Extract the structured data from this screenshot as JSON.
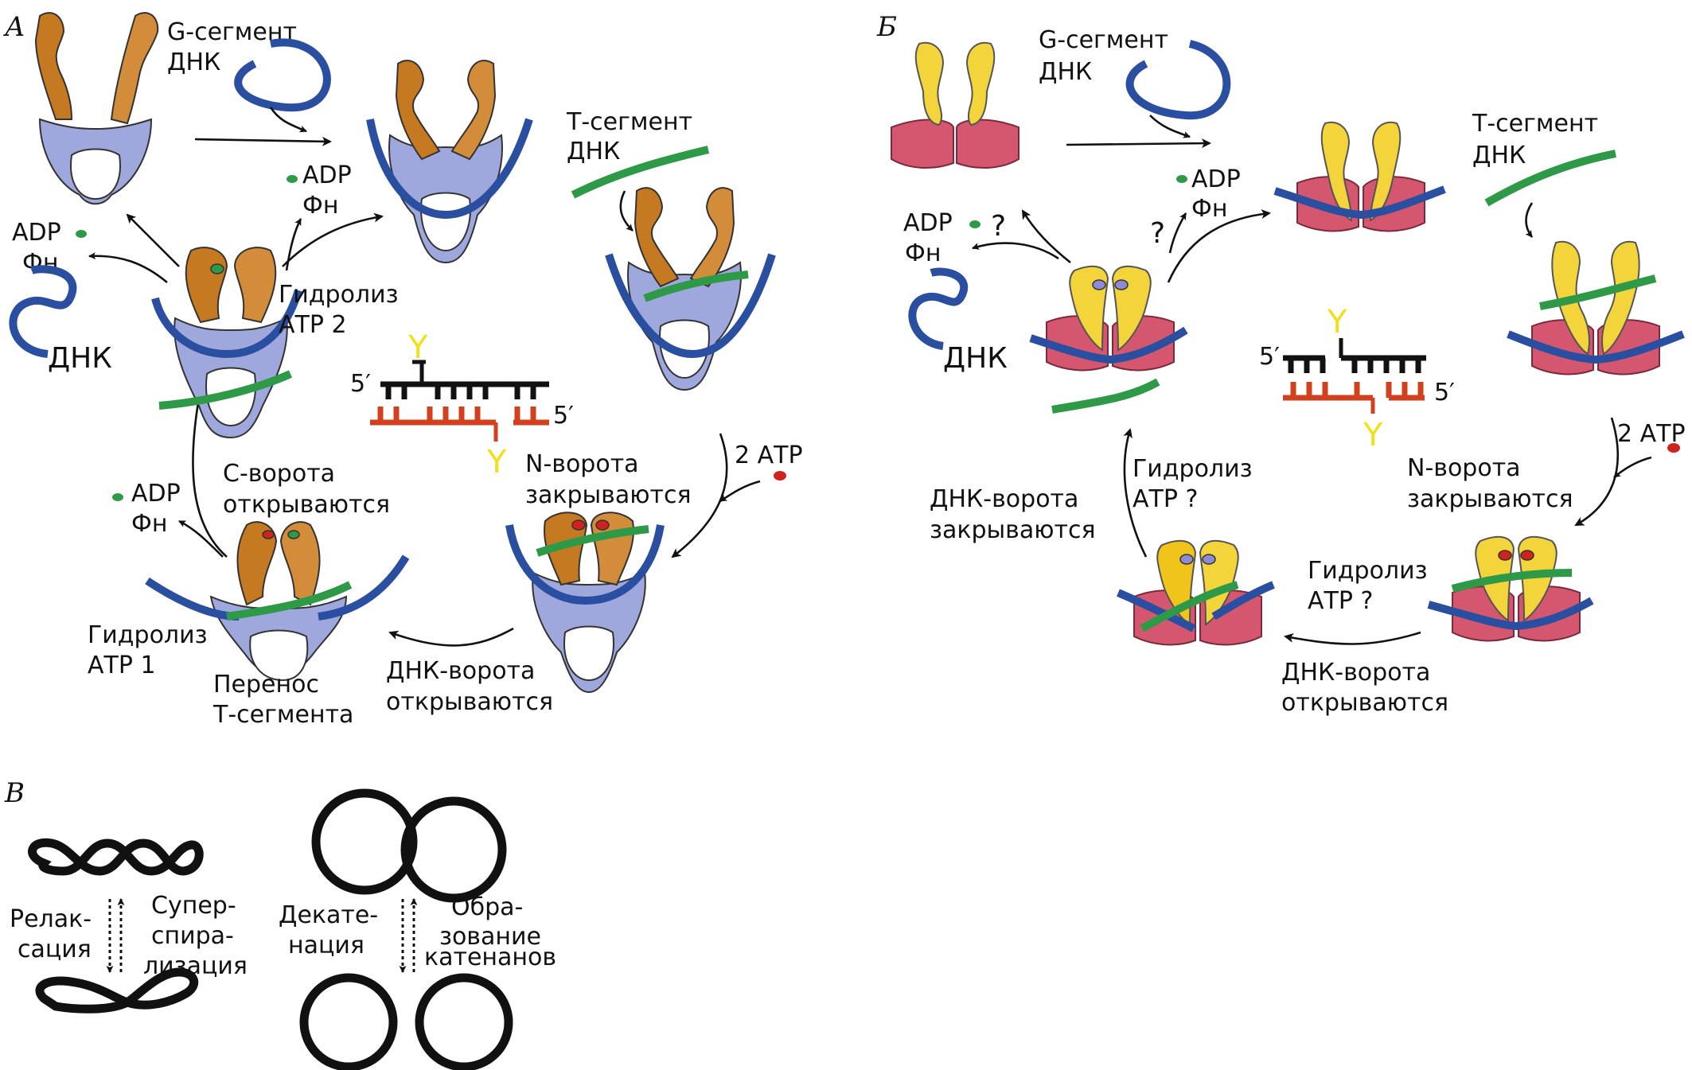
{
  "panels": {
    "a": "А",
    "b": "Б",
    "c": "В"
  },
  "panel_a": {
    "g_segment": [
      "G-сегмент",
      "ДНК"
    ],
    "t_segment": [
      "Т-сегмент",
      "ДНК"
    ],
    "adp": "ADP",
    "pi": "Фн",
    "dna": "ДНК",
    "hydrolysis_2": [
      "Гидролиз",
      "АТР 2"
    ],
    "two_atp": "2 АТР",
    "n_gate": [
      "N-ворота",
      "закрываются"
    ],
    "dna_gate_open": [
      "ДНК-ворота",
      "открываются"
    ],
    "c_gate": [
      "С-ворота",
      "открываются"
    ],
    "hydrolysis_1": [
      "Гидролиз",
      "АТР 1"
    ],
    "transfer": [
      "Перенос",
      "Т-сегмента"
    ],
    "prime_5": "5′",
    "tyr": "Y"
  },
  "panel_b": {
    "g_segment": [
      "G-сегмент",
      "ДНК"
    ],
    "t_segment": [
      "Т-сегмент",
      "ДНК"
    ],
    "adp": "ADP",
    "pi": "Фн",
    "question": "?",
    "dna": "ДНК",
    "two_atp": "2 АТР",
    "n_gate": [
      "N-ворота",
      "закрываются"
    ],
    "hydrolysis_q_left": [
      "Гидролиз",
      "АТР ?"
    ],
    "hydrolysis_q_bottom": [
      "Гидролиз",
      "АТР ?"
    ],
    "dna_gate_close": [
      "ДНК-ворота",
      "закрываются"
    ],
    "dna_gate_open": [
      "ДНК-ворота",
      "открываются"
    ],
    "prime_5": "5′",
    "tyr": "Y"
  },
  "panel_c": {
    "relaxation": [
      "Релак-",
      "сация"
    ],
    "supercoiling": [
      "Супер-",
      "спира-",
      "лизация"
    ],
    "decatenation": [
      "Декате-",
      "нация"
    ],
    "catenation": [
      "Обра-",
      "зование",
      "катенанов"
    ]
  },
  "colors": {
    "g_dna": "#2b4fa0",
    "t_dna": "#2e9a48",
    "gyrase_n": "#c57a22",
    "gyrase_core": "#9fa8dd",
    "topo_atpase": "#f3d43b",
    "topo_core": "#d5576f",
    "tyrosine": "#f2e01a",
    "cleaved_strand": "#d2401e",
    "adp_dot": "#2e9a48",
    "atp_dot": "#d0231f"
  }
}
